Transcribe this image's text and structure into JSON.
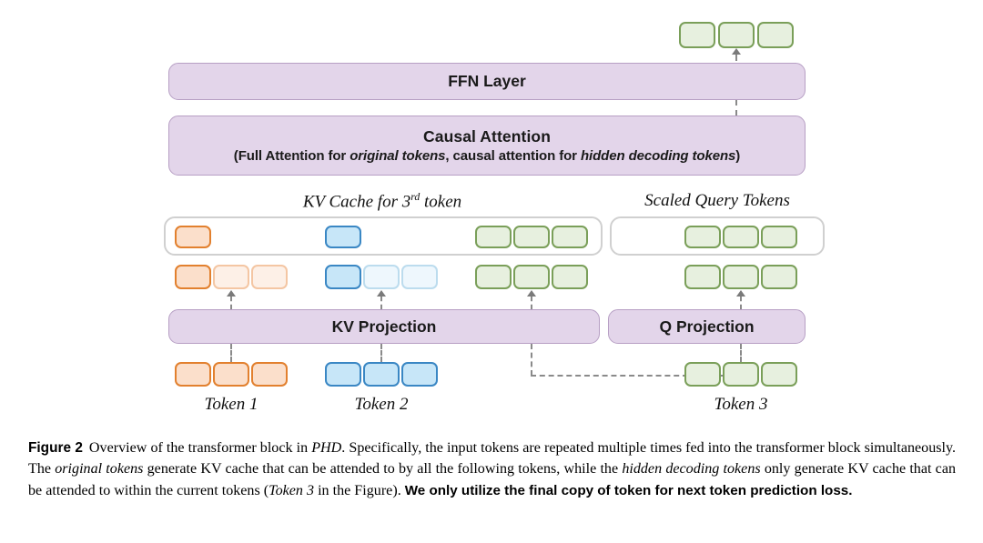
{
  "figure": {
    "blocks": {
      "ffn_layer": "FFN Layer",
      "causal_attention_title": "Causal Attention",
      "causal_attention_sub_pre": "(Full Attention for ",
      "causal_attention_sub_em1": "original tokens",
      "causal_attention_sub_mid": ", causal attention for ",
      "causal_attention_sub_em2": "hidden decoding tokens",
      "causal_attention_sub_post": ")",
      "kv_projection": "KV Projection",
      "q_projection": "Q Projection"
    },
    "annotations": {
      "kv_cache_label_pre": "KV Cache for 3",
      "kv_cache_label_sup": "rd",
      "kv_cache_label_post": " token",
      "scaled_query_label": "Scaled Query Tokens"
    },
    "token_labels": {
      "token1": "Token 1",
      "token2": "Token 2",
      "token3": "Token 3"
    },
    "colors": {
      "purple_fill": "#e3d5ea",
      "purple_border": "#b79fc4",
      "orange_fill": "#fbdfcb",
      "orange_border": "#e2802e",
      "orange_fade_fill": "#fdf0e7",
      "orange_fade_border": "#f4c6a3",
      "blue_fill": "#c7e6f8",
      "blue_border": "#3a87c4",
      "blue_fade_fill": "#eef7fd",
      "blue_fade_border": "#bcdcee",
      "green_fill": "#e7f0df",
      "green_border": "#7a9f59",
      "container_border": "#d0d0d0",
      "connector": "#8a8a8a"
    },
    "token_groups": {
      "output_row": [
        "green",
        "green",
        "green"
      ],
      "kv_cache_row": [
        "orange",
        "blue",
        "green",
        "green",
        "green"
      ],
      "query_cache_row": [
        "green",
        "green",
        "green"
      ],
      "kv_input_orange": [
        "orange",
        "orange-fade",
        "orange-fade"
      ],
      "kv_input_blue": [
        "blue",
        "blue-fade",
        "blue-fade"
      ],
      "kv_input_green": [
        "green",
        "green",
        "green"
      ],
      "q_input_green": [
        "green",
        "green",
        "green"
      ],
      "token1_row": [
        "orange",
        "orange",
        "orange"
      ],
      "token2_row": [
        "blue",
        "blue",
        "blue"
      ],
      "token3_row": [
        "green",
        "green",
        "green"
      ]
    }
  },
  "caption": {
    "figure_number": "Figure 2",
    "text_1": "Overview of the transformer block in ",
    "em_1": "PHD",
    "text_2": ". Specifically, the input tokens are repeated multiple times fed into the transformer block simultaneously. The ",
    "em_2": "original tokens",
    "text_3": " generate KV cache that can be attended to by all the following tokens, while the ",
    "em_3": "hidden decoding tokens",
    "text_4": " only generate KV cache that can be attended to within the current tokens (",
    "em_4": "Token 3",
    "text_5": " in the Figure). ",
    "bold_tail": "We only utilize the final copy of token for next token prediction loss."
  }
}
